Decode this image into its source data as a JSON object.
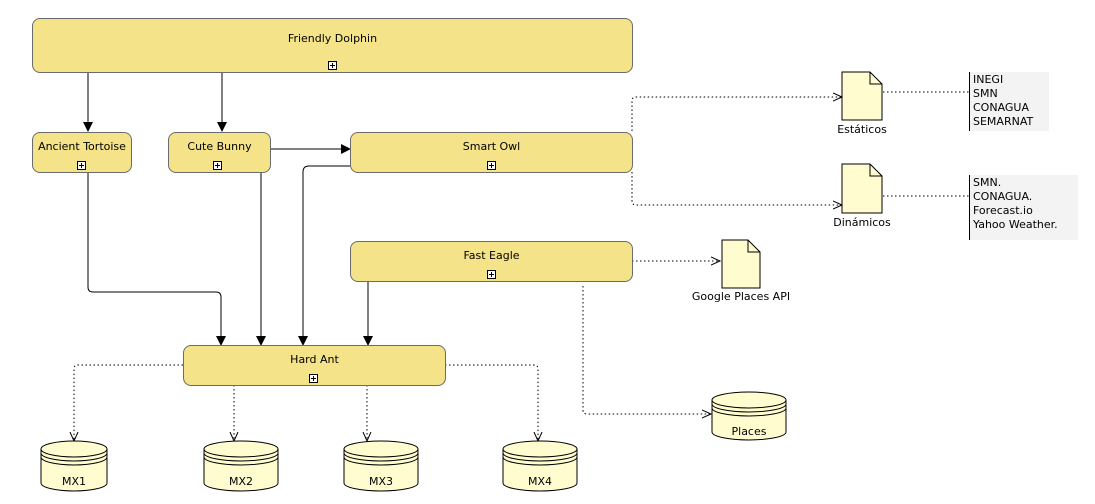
{
  "nodes": {
    "friendly_dolphin": "Friendly Dolphin",
    "ancient_tortoise": "Ancient Tortoise",
    "cute_bunny": "Cute Bunny",
    "smart_owl": "Smart Owl",
    "fast_eagle": "Fast Eagle",
    "hard_ant": "Hard Ant"
  },
  "documents": {
    "estaticos": "Estáticos",
    "dinamicos": "Dinámicos",
    "google_places": "Google Places API"
  },
  "databases": {
    "places": "Places",
    "mx1": "MX1",
    "mx2": "MX2",
    "mx3": "MX3",
    "mx4": "MX4"
  },
  "notes": {
    "estaticos_sources": [
      "INEGI",
      "SMN",
      "CONAGUA",
      "SEMARNAT"
    ],
    "dinamicos_sources": [
      "SMN.",
      "CONAGUA.",
      "Forecast.io",
      "Yahoo Weather."
    ]
  },
  "colors": {
    "component_fill": "#f4e388",
    "artifact_fill": "#fffdd0",
    "note_fill": "#f3f3f3"
  }
}
